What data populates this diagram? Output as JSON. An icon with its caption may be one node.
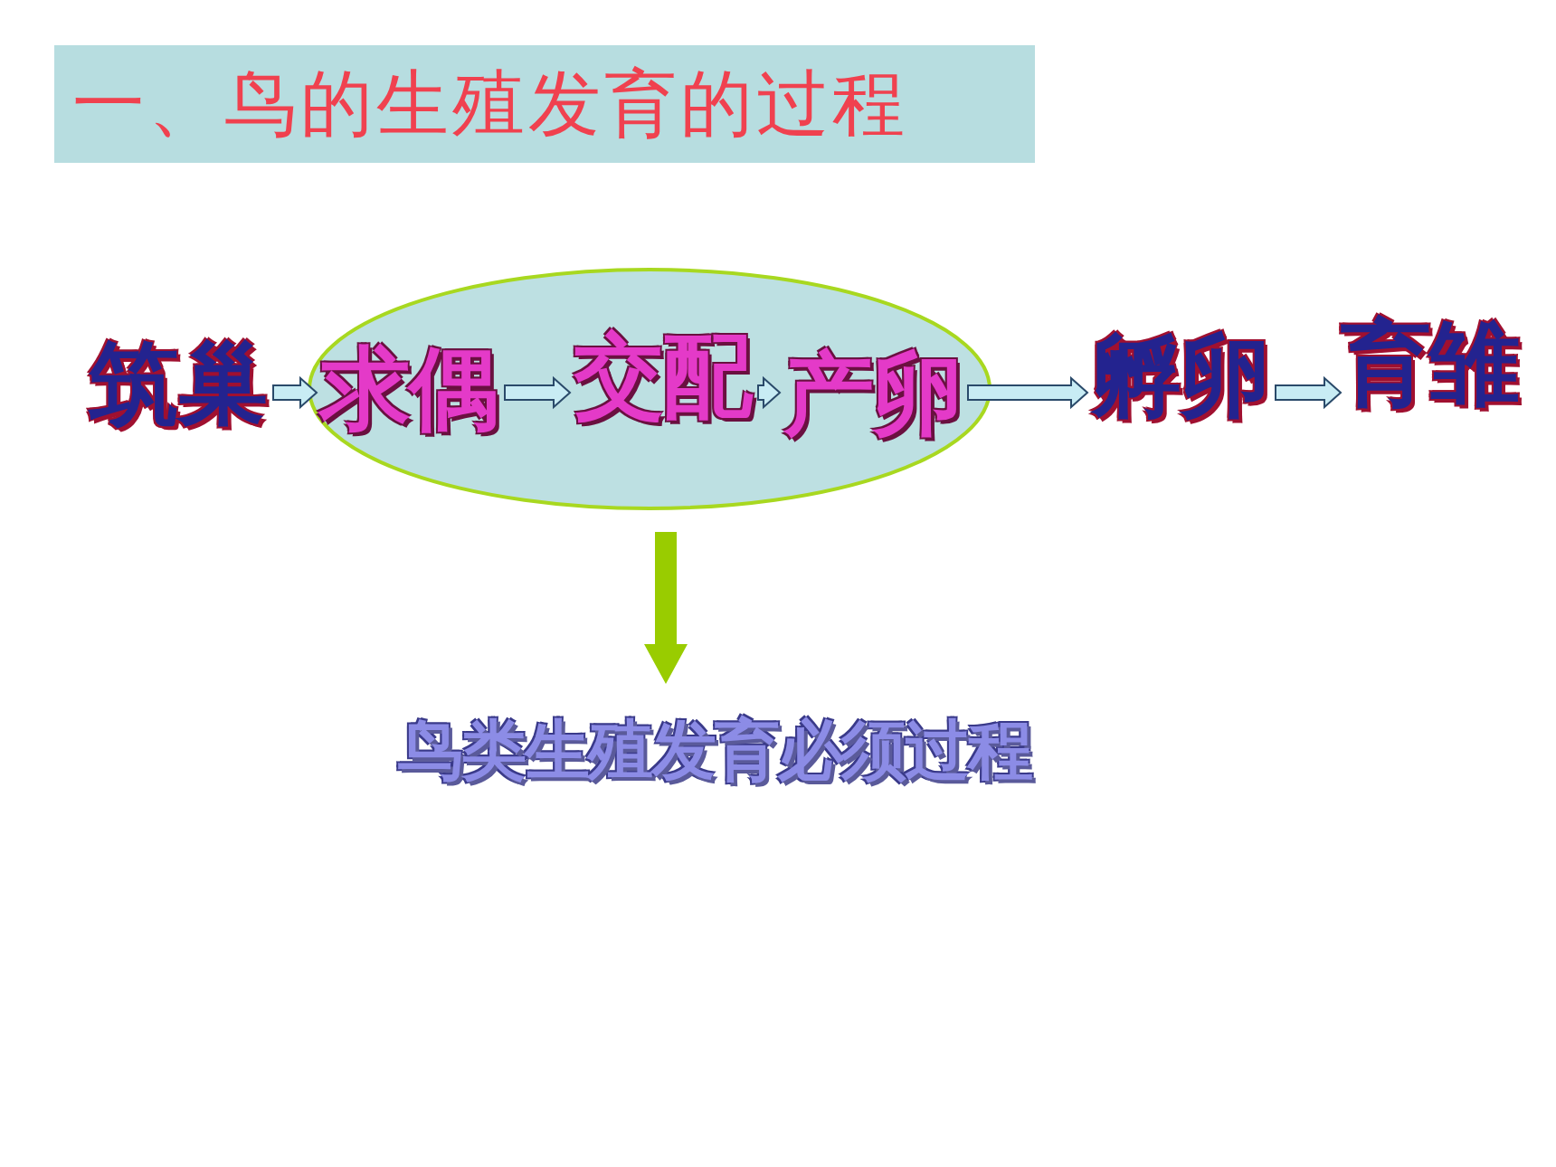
{
  "diagram": {
    "title": "一、鸟的生殖发育的过程",
    "nodes": [
      {
        "text": [
          "筑巢"
        ]
      },
      {
        "text": [],
        "shape": "circle"
      },
      {
        "text": [
          "求偶"
        ],
        "in": 1
      },
      {
        "text": [
          "交配"
        ],
        "in": 1
      },
      {
        "text": [
          "产卵"
        ],
        "in": 1
      },
      {
        "text": [
          "孵卵"
        ]
      },
      {
        "text": [
          "育雏"
        ]
      },
      {
        "text": [
          "鸟类生殖发育必须过程"
        ]
      }
    ],
    "edges": [
      {
        "from": 0,
        "to": 2,
        "arrow": "to"
      },
      {
        "from": 2,
        "to": 3,
        "arrow": "to"
      },
      {
        "from": 3,
        "to": 4,
        "arrow": "to"
      },
      {
        "from": 4,
        "to": 5,
        "arrow": "to"
      },
      {
        "from": 5,
        "to": 6,
        "arrow": "to"
      },
      {
        "from": 1,
        "to": 7,
        "arrow": "to",
        "style": "thick",
        "color": "#99cc00"
      }
    ]
  }
}
